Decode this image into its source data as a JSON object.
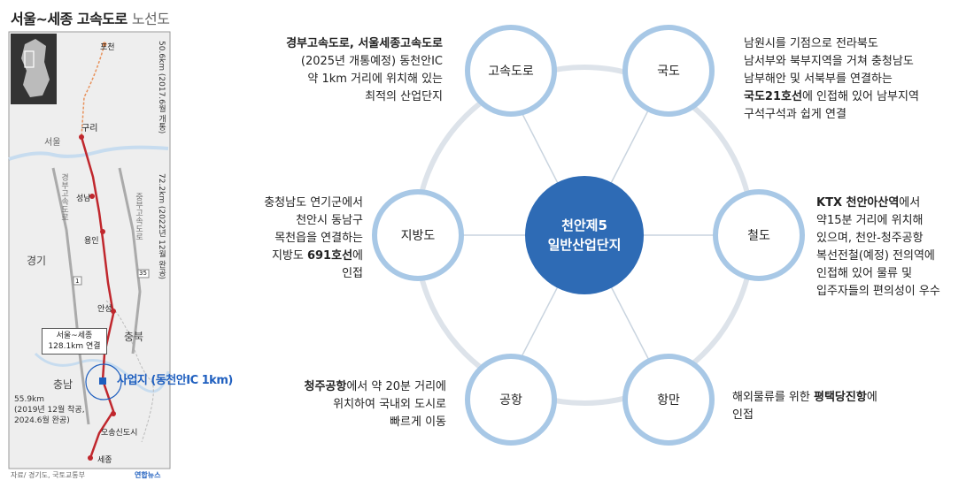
{
  "map": {
    "title": "서울~세종 고속도로",
    "subtitle": "노선도",
    "cities": {
      "pocheon": "포천",
      "guri": "구리",
      "seoul": "서울",
      "seongnam": "성남",
      "yongin": "용인",
      "anseong": "안성",
      "osong": "오송신도시",
      "sejong": "세종"
    },
    "regions": {
      "gyeonggi": "경기",
      "chungbuk": "충북",
      "chungnam": "충남"
    },
    "route_labels": {
      "segment1": "50.6km (2017.6월 개통)",
      "segment2": "72.2km (2022년 12월 완공)",
      "gyeongbu": "경부고속도로",
      "jungbu": "중부고속도로"
    },
    "road_numbers": {
      "r1": "1",
      "r35": "35"
    },
    "callout": {
      "line1": "서울~세종",
      "line2": "128.1km 연결"
    },
    "site_label": "사업지 (동천안IC 1km)",
    "note": {
      "line1": "55.9km",
      "line2": "(2019년 12월 착공,",
      "line3": "2024.6월 완공)"
    },
    "credit": "자료/ 경기도, 국토교통부",
    "agency": "연합뉴스"
  },
  "diagram": {
    "center": {
      "line1": "천안제5",
      "line2": "일반산업단지"
    },
    "nodes": {
      "highway": "고속도로",
      "national_road": "국도",
      "local_road": "지방도",
      "railway": "철도",
      "airport": "공항",
      "port": "항만"
    },
    "descriptions": {
      "highway": {
        "bold1": "경부고속도로, 서울세종고속도로",
        "line2": "(2025년 개통예정) 동천안IC",
        "line3": "약 1km 거리에 위치해 있는",
        "line4": "최적의 산업단지"
      },
      "national_road": {
        "line1": "남원시를 기점으로 전라북도",
        "line2": "남서부와 북부지역을 거쳐 충청남도",
        "line3": "남부해안 및 서북부를 연결하는",
        "bold4": "국도21호선",
        "line4_rest": "에 인접해 있어 남부지역",
        "line5": "구석구석과 쉽게 연결"
      },
      "local_road": {
        "line1": "충청남도 연기군에서",
        "line2": "천안시 동남구",
        "line3": "목천읍을 연결하는",
        "line4_pre": "지방도 ",
        "bold4": "691호선",
        "line4_rest": "에",
        "line5": "인접"
      },
      "railway": {
        "bold1": "KTX 천안아산역",
        "line1_rest": "에서",
        "line2": "약15분 거리에 위치해",
        "line3": "있으며, 천안-청주공항",
        "line4": "복선전철(예정) 전의역에",
        "line5": "인접해 있어 물류 및",
        "line6": "입주자들의 편의성이 우수"
      },
      "airport": {
        "bold1": "청주공항",
        "line1_rest": "에서 약 20분 거리에",
        "line2": "위치하여 국내외 도시로",
        "line3": "빠르게 이동"
      },
      "port": {
        "line1_pre": "해외물류를 위한 ",
        "bold1": "평택당진항",
        "line1_rest": "에",
        "line2": "인접"
      }
    }
  }
}
